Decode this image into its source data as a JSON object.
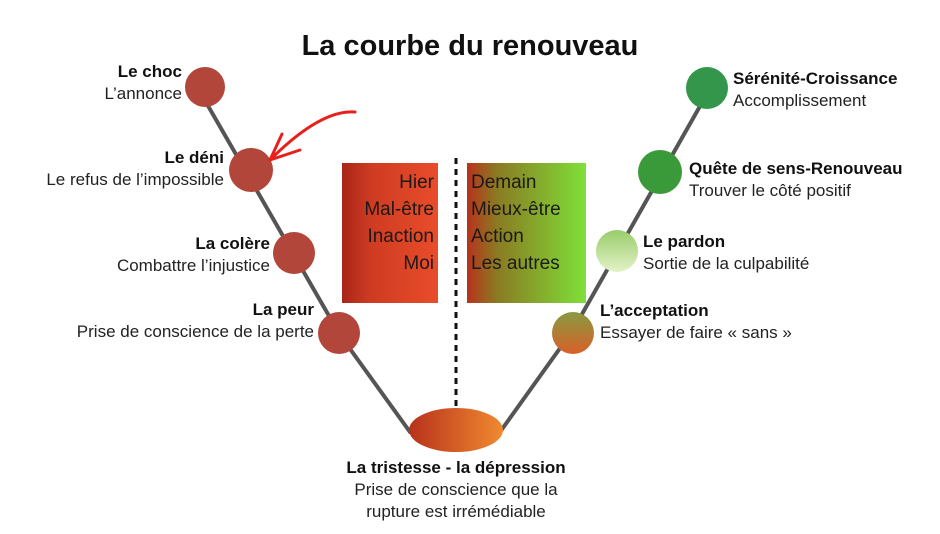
{
  "title": "La courbe du renouveau",
  "stages": [
    {
      "name": "Le choc",
      "desc": "L’annonce",
      "color": "#b2463a"
    },
    {
      "name": "Le déni",
      "desc": "Le refus de l’impossible",
      "color": "#b2463a"
    },
    {
      "name": "La colère",
      "desc": "Combattre l’injustice",
      "color": "#b2463a"
    },
    {
      "name": "La peur",
      "desc": "Prise de conscience de la perte",
      "color": "#b2463a"
    },
    {
      "name": "La tristesse - la dépression",
      "desc1": "Prise de conscience que la",
      "desc2": "rupture est irrémédiable",
      "color": "#d8532b"
    },
    {
      "name": "L’acceptation",
      "desc": "Essayer de faire « sans »",
      "color": "#a8843f"
    },
    {
      "name": "Le pardon",
      "desc": "Sortie de la culpabilité",
      "color": "#b8dc8c"
    },
    {
      "name": "Quête de sens-Renouveau",
      "desc": "Trouver le côté positif",
      "color": "#3a9a3a"
    },
    {
      "name": "Sérénité-Croissance",
      "desc": "Accomplissement",
      "color": "#33964a"
    }
  ],
  "left_box": {
    "lines": [
      "Hier",
      "Mal-être",
      "Inaction",
      "Moi"
    ],
    "color": "#e24a2a"
  },
  "right_box": {
    "lines": [
      "Demain",
      "Mieux-être",
      "Action",
      "Les autres"
    ],
    "color": "#7fd13a"
  },
  "arrow_color": "#e8201c"
}
